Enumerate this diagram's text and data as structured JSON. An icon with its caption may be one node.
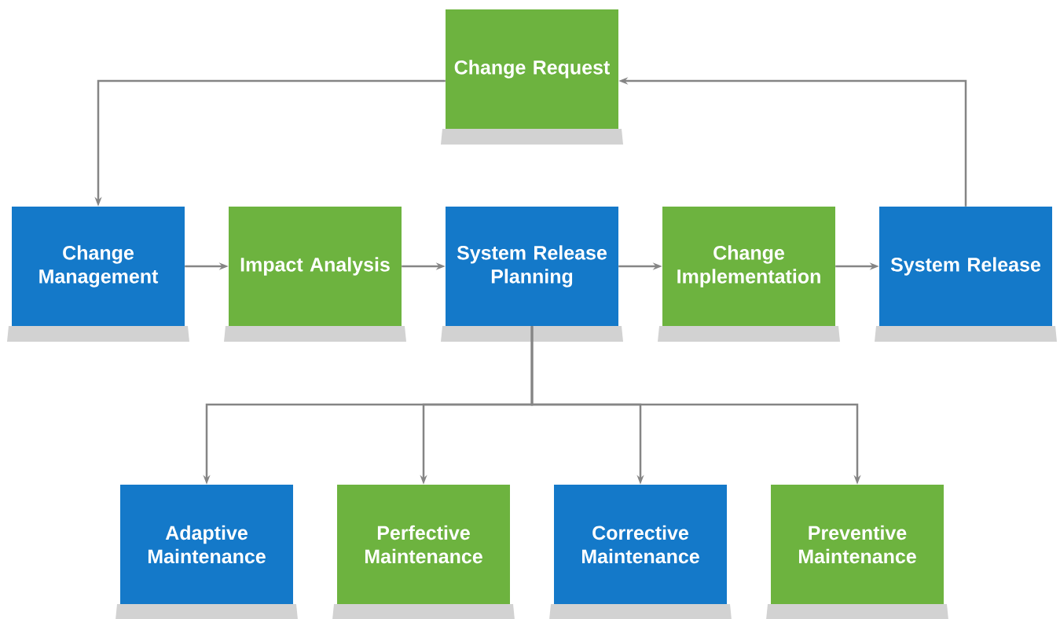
{
  "diagram": {
    "nodes": [
      {
        "text": [
          "Change Request"
        ]
      },
      {
        "text": [
          "Change Management"
        ]
      },
      {
        "text": [
          "Impact Analysis"
        ]
      },
      {
        "text": [
          "System Release Planning"
        ]
      },
      {
        "text": [
          "Change Implementation"
        ]
      },
      {
        "text": [
          "System Release"
        ]
      },
      {
        "text": [
          "Adaptive Maintenance"
        ]
      },
      {
        "text": [
          "Perfective Maintenance"
        ]
      },
      {
        "text": [
          "Corrective Maintenance"
        ]
      },
      {
        "text": [
          "Preventive Maintenance"
        ]
      }
    ],
    "edges": [
      {
        "from": 0,
        "to": 1,
        "arrow": "to"
      },
      {
        "from": 1,
        "to": 2,
        "arrow": "to"
      },
      {
        "from": 2,
        "to": 3,
        "arrow": "to"
      },
      {
        "from": 3,
        "to": 4,
        "arrow": "to"
      },
      {
        "from": 4,
        "to": 5,
        "arrow": "to"
      },
      {
        "from": 5,
        "to": 0,
        "arrow": "to"
      },
      {
        "from": 3,
        "to": 6,
        "arrow": "to"
      },
      {
        "from": 3,
        "to": 7,
        "arrow": "to"
      },
      {
        "from": 3,
        "to": 8,
        "arrow": "to"
      },
      {
        "from": 3,
        "to": 9,
        "arrow": "to"
      }
    ]
  }
}
